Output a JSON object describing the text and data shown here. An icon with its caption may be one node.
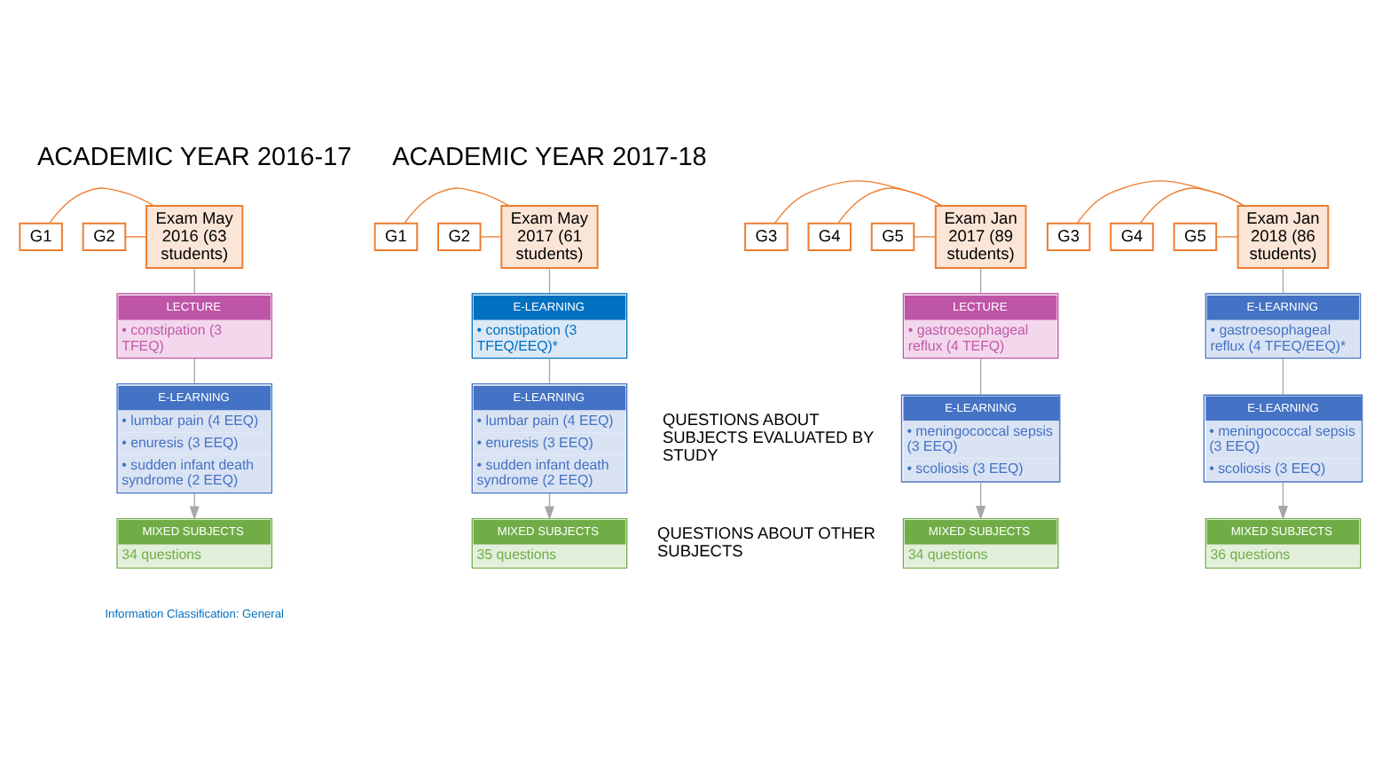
{
  "diagram": {
    "nodes": [
      {
        "text": [
          "G1"
        ]
      },
      {
        "text": [
          "G2"
        ]
      },
      {
        "text": [
          "Exam May 2016 (63 students)"
        ]
      },
      {
        "text": [
          "G3"
        ]
      },
      {
        "text": [
          "G4"
        ]
      },
      {
        "text": [
          "G5"
        ]
      },
      {
        "text": [
          "Exam Jan 2017 (89 students)"
        ]
      },
      {
        "text": [
          "G1"
        ]
      },
      {
        "text": [
          "G2"
        ]
      },
      {
        "text": [
          "Exam May 2017 (61 students)"
        ]
      },
      {
        "text": [
          "G3"
        ]
      },
      {
        "text": [
          "G4"
        ]
      },
      {
        "text": [
          "G5"
        ]
      },
      {
        "text": [
          "Exam Jan 2018 (86 students)"
        ]
      },
      {
        "text": [
          "LECTURE",
          "• constipation (3 TFEQ)"
        ]
      },
      {
        "text": [
          "E-LEARNING",
          "• lumbar pain (4 EEQ)",
          "• enuresis (3 EEQ)",
          "• sudden infant death syndrome (2 EEQ)"
        ]
      },
      {
        "text": [
          "LECTURE",
          "• gastroesophageal reflux (4 TEFQ)"
        ]
      },
      {
        "text": [
          "E-LEARNING",
          "• meningococcal sepsis (3 EEQ)",
          "• scoliosis (3 EEQ)"
        ]
      },
      {
        "text": [
          "E-LEARNING",
          "• constipation (3 TFEQ/EEQ)*"
        ]
      },
      {
        "text": [
          "E-LEARNING",
          "• lumbar pain (4 EEQ)",
          "• enuresis (3 EEQ)",
          "• sudden infant death syndrome (2 EEQ)"
        ]
      },
      {
        "text": [
          "E-LEARNING",
          "• gastroesophageal reflux (4 TFEQ/EEQ)*"
        ]
      },
      {
        "text": [
          "E-LEARNING",
          "• meningococcal sepsis (3 EEQ)",
          "• scoliosis (3 EEQ)"
        ]
      },
      {
        "text": [
          "MIXED SUBJECTS",
          "34 questions"
        ]
      },
      {
        "text": [
          "MIXED SUBJECTS",
          "34 questions"
        ]
      },
      {
        "text": [
          "MIXED SUBJECTS",
          "35 questions"
        ]
      },
      {
        "text": [
          "MIXED SUBJECTS",
          "36 questions"
        ]
      }
    ],
    "edges": [
      {
        "from": 0,
        "to": 2,
        "arrow": "none",
        "color": "#ed7d31"
      },
      {
        "from": 1,
        "to": 2,
        "arrow": "none",
        "color": "#ed7d31"
      },
      {
        "from": 3,
        "to": 6,
        "arrow": "none",
        "color": "#ed7d31"
      },
      {
        "from": 4,
        "to": 6,
        "arrow": "none",
        "color": "#ed7d31"
      },
      {
        "from": 5,
        "to": 6,
        "arrow": "none",
        "color": "#ed7d31"
      },
      {
        "from": 7,
        "to": 9,
        "arrow": "none",
        "color": "#ed7d31"
      },
      {
        "from": 8,
        "to": 9,
        "arrow": "none",
        "color": "#ed7d31"
      },
      {
        "from": 10,
        "to": 13,
        "arrow": "none",
        "color": "#ed7d31"
      },
      {
        "from": 11,
        "to": 13,
        "arrow": "none",
        "color": "#ed7d31"
      },
      {
        "from": 12,
        "to": 13,
        "arrow": "none",
        "color": "#ed7d31"
      },
      {
        "from": 2,
        "to": 14,
        "arrow": "none"
      },
      {
        "from": 14,
        "to": 15,
        "arrow": "none"
      },
      {
        "from": 15,
        "to": 22,
        "arrow": "to"
      },
      {
        "from": 6,
        "to": 16,
        "arrow": "none"
      },
      {
        "from": 16,
        "to": 17,
        "arrow": "none"
      },
      {
        "from": 17,
        "to": 23,
        "arrow": "to"
      },
      {
        "from": 9,
        "to": 18,
        "arrow": "none"
      },
      {
        "from": 18,
        "to": 19,
        "arrow": "none"
      },
      {
        "from": 19,
        "to": 24,
        "arrow": "to"
      },
      {
        "from": 13,
        "to": 20,
        "arrow": "none"
      },
      {
        "from": 20,
        "to": 21,
        "arrow": "none"
      },
      {
        "from": 21,
        "to": 25,
        "arrow": "to"
      }
    ],
    "labels": [
      "ACADEMIC YEAR 2016-17",
      "ACADEMIC YEAR 2017-18",
      "QUESTIONS ABOUT SUBJECTS EVALUATED BY STUDY",
      "QUESTIONS ABOUT OTHER SUBJECTS",
      "Information Classification: General"
    ]
  }
}
